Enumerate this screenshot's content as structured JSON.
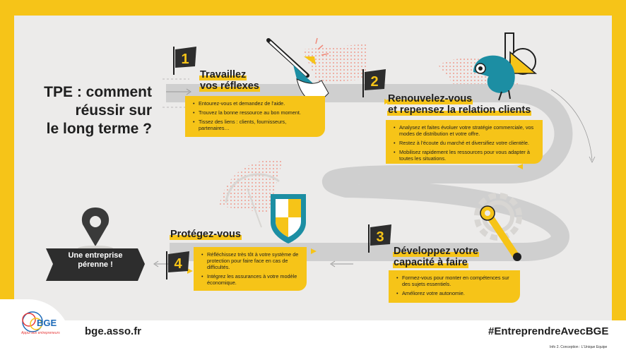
{
  "title": {
    "line1": "TPE : comment",
    "line2": "réussir sur",
    "line3": "le long terme ?"
  },
  "steps": [
    {
      "number": "1",
      "title_line1": "Travaillez",
      "title_line2": "vos réflexes",
      "bullets": [
        "Entourez-vous et demandez de l'aide.",
        "Trouvez la bonne ressource au bon moment.",
        "Tissez des liens : clients, fournisseurs, partenaires…"
      ]
    },
    {
      "number": "2",
      "title_line1": "Renouvelez-vous",
      "title_line2": "et repensez la relation clients",
      "bullets": [
        "Analysez et faites évoluer votre stratégie commerciale, vos modes de distribution et votre offre.",
        "Restez à l'écoute du marché et diversifiez votre clientèle.",
        "Mobilisez rapidement les ressources pour vous adapter à toutes les situations."
      ]
    },
    {
      "number": "3",
      "title_line1": "Développez votre",
      "title_line2": "capacité à faire",
      "bullets": [
        "Formez-vous pour monter en compétences sur des sujets essentiels.",
        "Améliorez votre autonomie."
      ]
    },
    {
      "number": "4",
      "title_line1": "Protégez-vous",
      "title_line2": "",
      "bullets": [
        "Réfléchissez très tôt à votre système de protection pour faire face en cas de difficultés.",
        "Intégrez les assurances à votre modèle économique."
      ]
    }
  ],
  "destination": {
    "line1": "Une entreprise",
    "line2": "pérenne !"
  },
  "footer": {
    "logo_text": "BGE",
    "logo_tagline": "Appui aux entrepreneurs",
    "website": "bge.asso.fr",
    "hashtag": "#EntreprendreAvecBGE",
    "credits": "Info 2. Conception : L'Unique Equipe"
  },
  "colors": {
    "yellow": "#f6c418",
    "dark": "#1f1f1f",
    "road": "#cfcfcf",
    "card": "#ecebea",
    "teal": "#1c8ea3",
    "coral": "#f08a7a",
    "logo_red": "#e63a3a",
    "logo_blue": "#1e6bb8"
  },
  "icons": [
    "flag-icon",
    "pipette-hand-icon",
    "chameleon-icon",
    "wrench-icon",
    "gear-icon",
    "shield-icon",
    "umbrella-icon",
    "map-pin-icon"
  ]
}
